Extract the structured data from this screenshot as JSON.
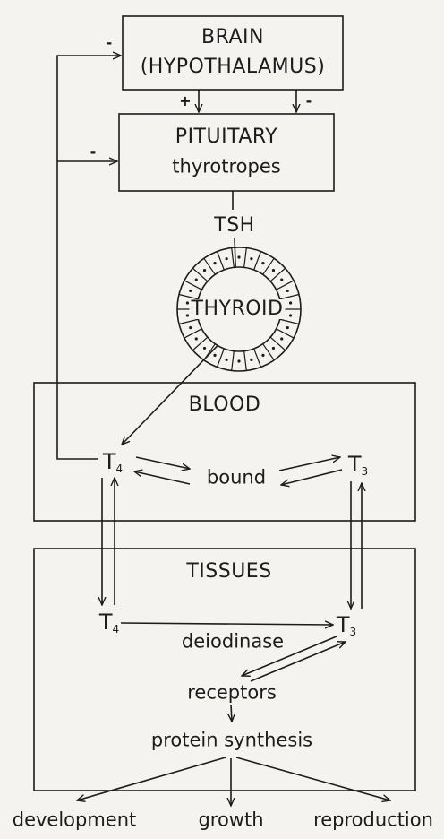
{
  "brain": {
    "line1": "BRAIN",
    "line2": "(HYPOTHALAMUS)"
  },
  "pituitary": {
    "line1": "PITUITARY",
    "line2": "thyrotropes"
  },
  "tsh": "TSH",
  "thyroid": "THYROID",
  "blood": {
    "title": "BLOOD",
    "t4": {
      "base": "T",
      "sub": "4"
    },
    "t3": {
      "base": "T",
      "sub": "3"
    },
    "bound": "bound"
  },
  "tissues": {
    "title": "TISSUES",
    "t4": {
      "base": "T",
      "sub": "4"
    },
    "t3": {
      "base": "T",
      "sub": "3"
    },
    "deiodinase": "deiodinase",
    "receptors": "receptors",
    "protein_synthesis": "protein synthesis"
  },
  "outcomes": {
    "development": "development",
    "growth": "growth",
    "reproduction": "reproduction"
  },
  "signs": {
    "minus_top": "-",
    "minus_mid": "-",
    "plus_left": "+",
    "minus_right": "-"
  }
}
